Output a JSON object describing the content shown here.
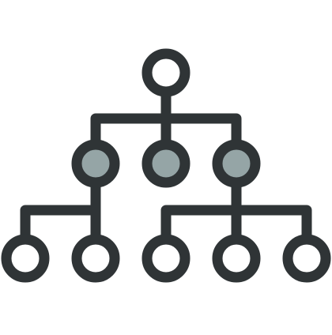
{
  "diagram": {
    "kind": "hierarchy",
    "levels": [
      1,
      3,
      5
    ],
    "node_fills": {
      "root": "#ffffff",
      "middle": "#95a5a6",
      "leaf": "#ffffff"
    },
    "stroke_color": "#2f3436"
  },
  "nodes": [
    {
      "id": "root",
      "level": 0
    },
    {
      "id": "middle-left",
      "level": 1,
      "parent": "root"
    },
    {
      "id": "middle-center",
      "level": 1,
      "parent": "root"
    },
    {
      "id": "middle-right",
      "level": 1,
      "parent": "root"
    },
    {
      "id": "leaf-1",
      "level": 2,
      "parent": "middle-left"
    },
    {
      "id": "leaf-2",
      "level": 2,
      "parent": "middle-left"
    },
    {
      "id": "leaf-3",
      "level": 2,
      "parent": "middle-right"
    },
    {
      "id": "leaf-4",
      "level": 2,
      "parent": "middle-right"
    },
    {
      "id": "leaf-5",
      "level": 2,
      "parent": "middle-right"
    }
  ],
  "icon_name": "hierarchy-icon"
}
